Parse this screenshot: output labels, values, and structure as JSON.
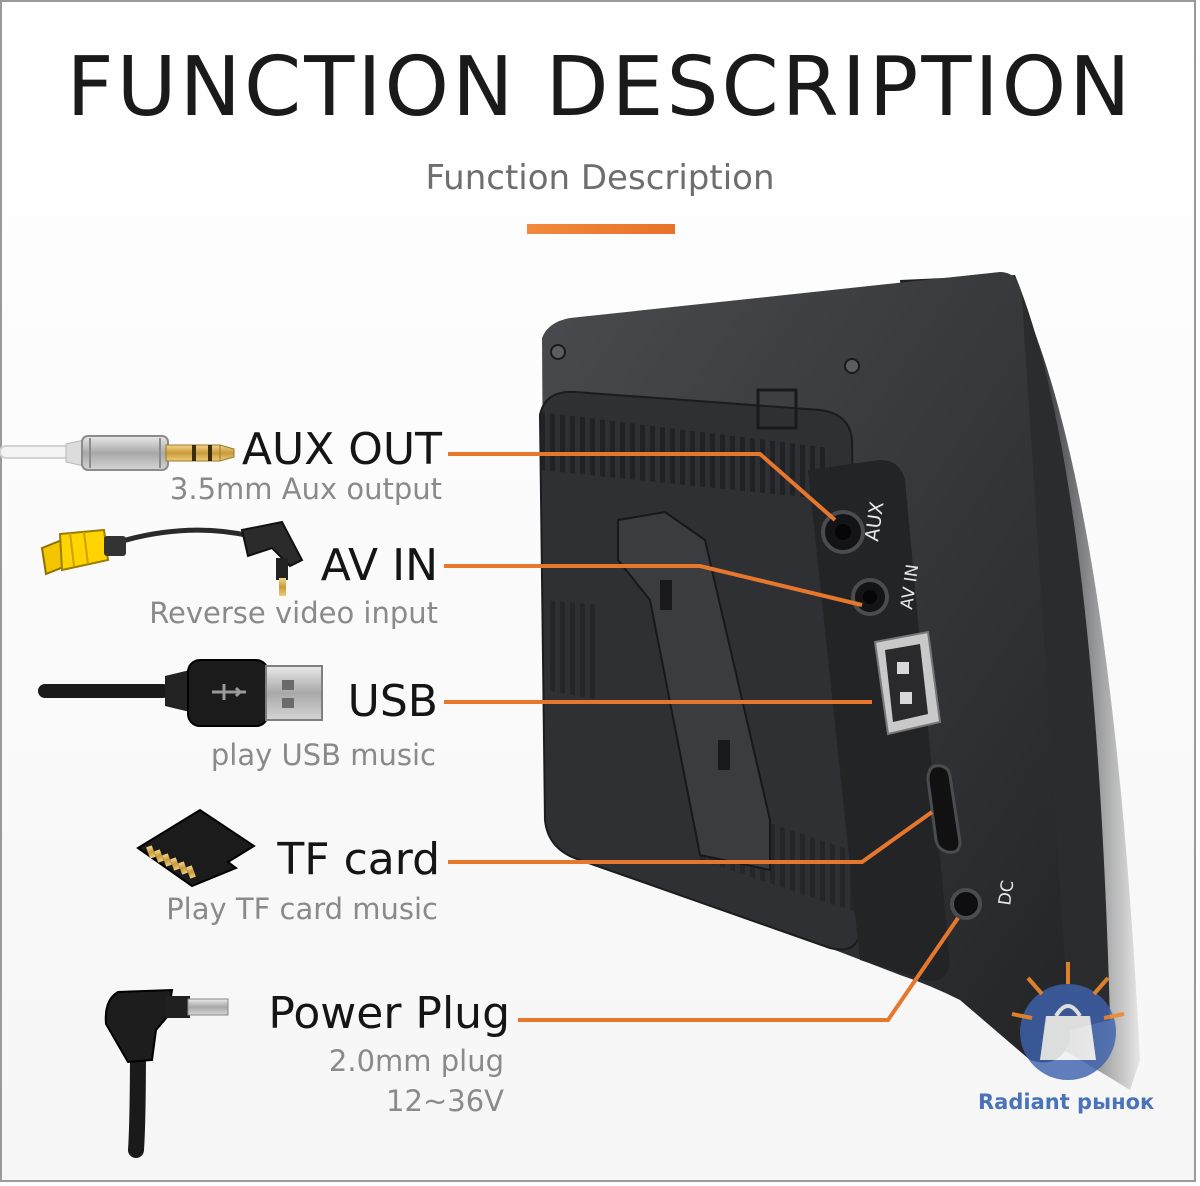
{
  "header": {
    "title": "FUNCTION DESCRIPTION",
    "subtitle": "Function Description"
  },
  "ports": [
    {
      "label": "AUX OUT",
      "description": "3.5mm Aux output",
      "icon": "aux-cable-icon"
    },
    {
      "label": "AV IN",
      "description": "Reverse video input",
      "icon": "rca-cable-icon"
    },
    {
      "label": "USB",
      "description": "play USB music",
      "icon": "usb-cable-icon"
    },
    {
      "label": "TF card",
      "description": "Play TF card music",
      "icon": "tf-card-icon"
    },
    {
      "label": "Power Plug",
      "description": "2.0mm plug",
      "description2": "12~36V",
      "icon": "power-plug-icon"
    }
  ],
  "device_labels": {
    "aux": "AUX",
    "av_in": "AV IN",
    "dc": "DC"
  },
  "watermark": {
    "text": "Radiant рынок"
  },
  "colors": {
    "accent": "#e8772e",
    "title": "#1a1a1a",
    "subtext": "#8a8a8a",
    "device": "#2e2f31",
    "watermark": "#4a73b8"
  }
}
